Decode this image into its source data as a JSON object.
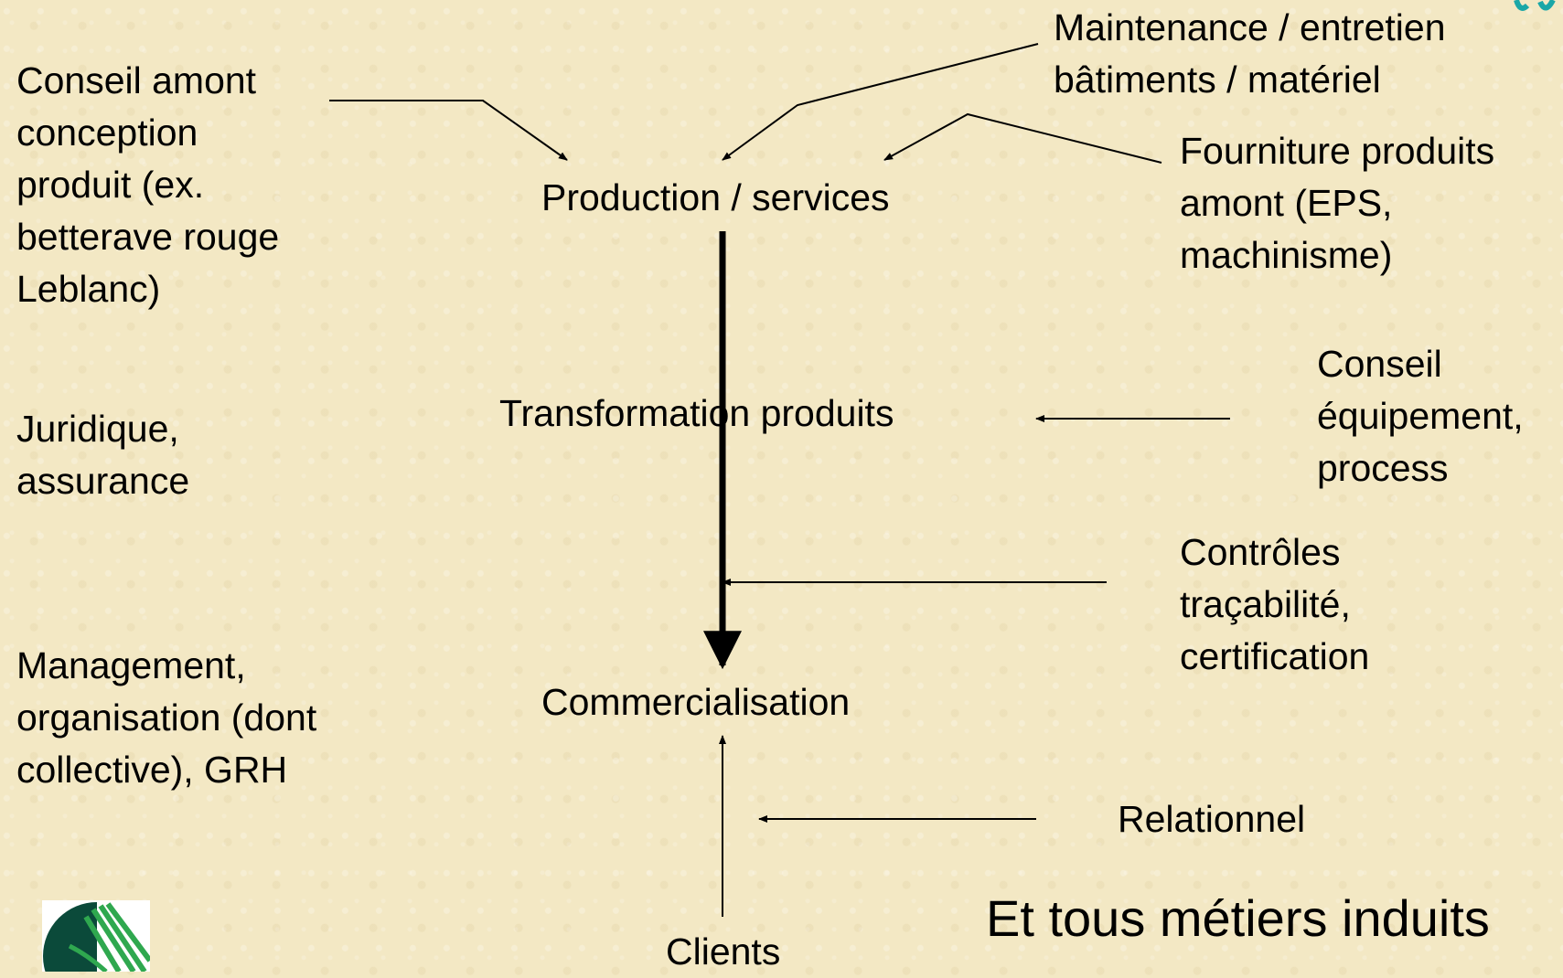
{
  "center": {
    "production": "Production / services",
    "transformation": "Transformation produits",
    "commercialisation": "Commercialisation",
    "clients": "Clients"
  },
  "left": {
    "conseil_amont": "Conseil amont\nconception\nproduit (ex.\nbetterave rouge\nLeblanc)",
    "juridique": "Juridique,\nassurance",
    "management": "Management,\norganisation (dont\ncollective), GRH"
  },
  "right": {
    "maintenance": "Maintenance / entretien\nbâtiments / matériel",
    "fourniture": "Fourniture produits\namont (EPS,\nmachinisme)",
    "conseil_equipement": "Conseil\néquipement,\nprocess",
    "controles": "Contrôles\ntraçabilité,\ncertification",
    "relationnel": "Relationnel"
  },
  "footer": {
    "metiers": "Et tous métiers induits"
  },
  "colors": {
    "background": "#f3e8c4",
    "logo_dark": "#0b4a3a",
    "logo_green": "#2fa84f",
    "corner_teal": "#1aa7a7"
  }
}
